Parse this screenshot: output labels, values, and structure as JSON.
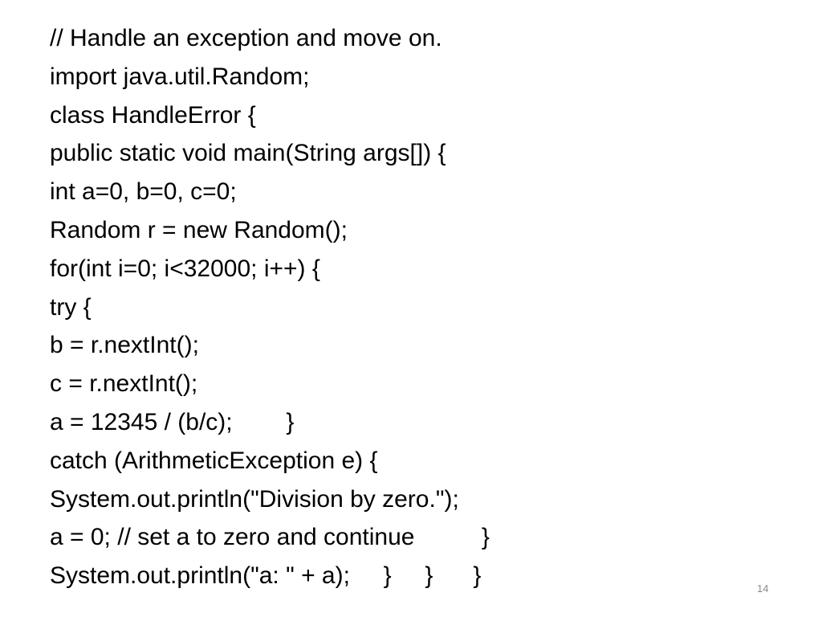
{
  "slide": {
    "lines": [
      "// Handle an exception and move on.",
      "import java.util.Random;",
      "class HandleError {",
      "public static void main(String args[]) {",
      "int a=0, b=0, c=0;",
      "Random r = new Random();",
      "for(int i=0; i<32000; i++) {",
      "try {",
      "b = r.nextInt();",
      "c = r.nextInt();",
      "a = 12345 / (b/c);        }",
      "catch (ArithmeticException e) {",
      "System.out.println(\"Division by zero.\");",
      "a = 0; // set a to zero and continue          }",
      "System.out.println(\"a: \" + a);     }     }      }"
    ],
    "page_number": "14"
  }
}
